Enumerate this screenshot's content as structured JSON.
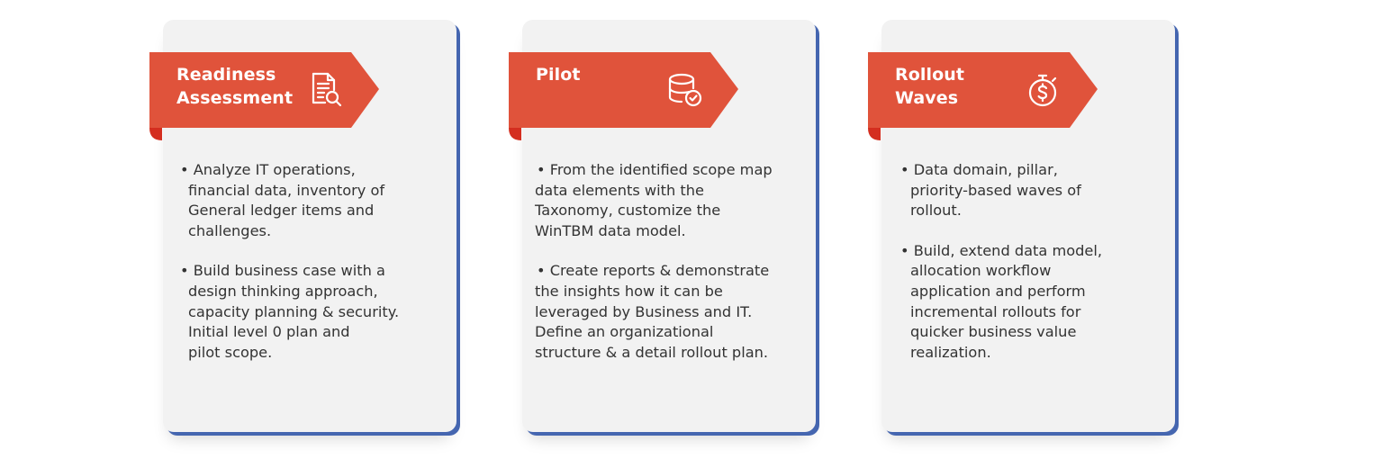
{
  "colors": {
    "banner": "#e0533b",
    "banner_fold": "#d42e1f",
    "card_bg": "#f2f2f2",
    "card_edge": "#4566b0",
    "text": "#333333"
  },
  "cards": [
    {
      "title_lines": [
        "Readiness",
        "Assessment"
      ],
      "icon": "document-search-icon",
      "bullets": [
        [
          "• Analyze IT operations,",
          "financial data, inventory of",
          "General ledger items and",
          "challenges."
        ],
        [
          "• Build business case with a",
          "design thinking approach,",
          "capacity planning & security.",
          "Initial level 0 plan and",
          "pilot scope."
        ]
      ]
    },
    {
      "title_lines": [
        "Pilot"
      ],
      "icon": "database-check-icon",
      "bullets": [
        [
          "• From the identified scope map",
          "data elements with the",
          "Taxonomy, customize the",
          "WinTBM data model."
        ],
        [
          "• Create reports & demonstrate",
          "the insights how it can be",
          "leveraged by Business and IT.",
          "Define an organizational",
          "structure & a detail rollout plan."
        ]
      ]
    },
    {
      "title_lines": [
        "Rollout",
        "Waves"
      ],
      "icon": "stopwatch-dollar-icon",
      "bullets": [
        [
          "• Data domain, pillar,",
          "priority-based waves of",
          "rollout."
        ],
        [
          "• Build, extend data model,",
          "allocation workflow",
          "application and perform",
          "incremental rollouts for",
          "quicker business value",
          "realization."
        ]
      ]
    }
  ]
}
